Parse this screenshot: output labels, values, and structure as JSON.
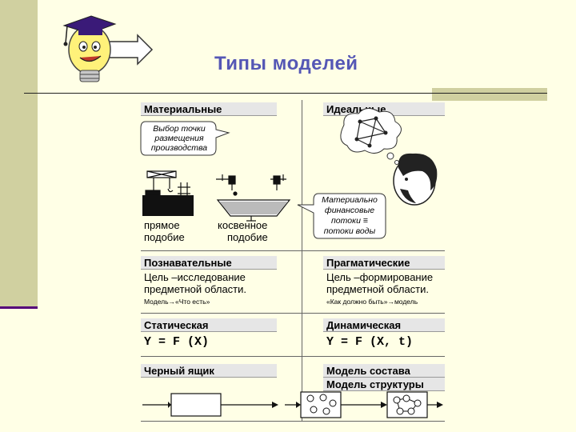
{
  "title": "Типы моделей",
  "rows": {
    "row1": {
      "left_header": "Материальные",
      "right_header": "Идеальные",
      "bubble_left": [
        "Выбор точки",
        "размещения",
        "производства"
      ],
      "bubble_right": [
        "Материально",
        "финансовые",
        "потоки ≡",
        "потоки воды"
      ],
      "caption_direct": [
        "прямое",
        "подобие"
      ],
      "caption_indirect": [
        "косвенное",
        "подобие"
      ]
    },
    "row2": {
      "left_header": "Познавательные",
      "right_header": "Прагматические",
      "left_text": [
        "Цель –исследование",
        "предметной области."
      ],
      "right_text": [
        "Цель –формирование",
        "предметной области."
      ],
      "left_small": "Модель→«Что есть»",
      "right_small": "«Как должно быть»→модель"
    },
    "row3": {
      "left_header": "Статическая",
      "right_header": "Динамическая",
      "left_formula": "Y = F (X)",
      "right_formula": "Y = F (X, t)"
    },
    "row4": {
      "left_header": "Черный ящик",
      "right_header_1": "Модель состава",
      "right_header_2": "Модель структуры"
    }
  },
  "colors": {
    "title": "#5557b5",
    "background": "#ffffe6",
    "sidebar": "#d0d0a0",
    "header_bg": "#e6e6e6"
  }
}
